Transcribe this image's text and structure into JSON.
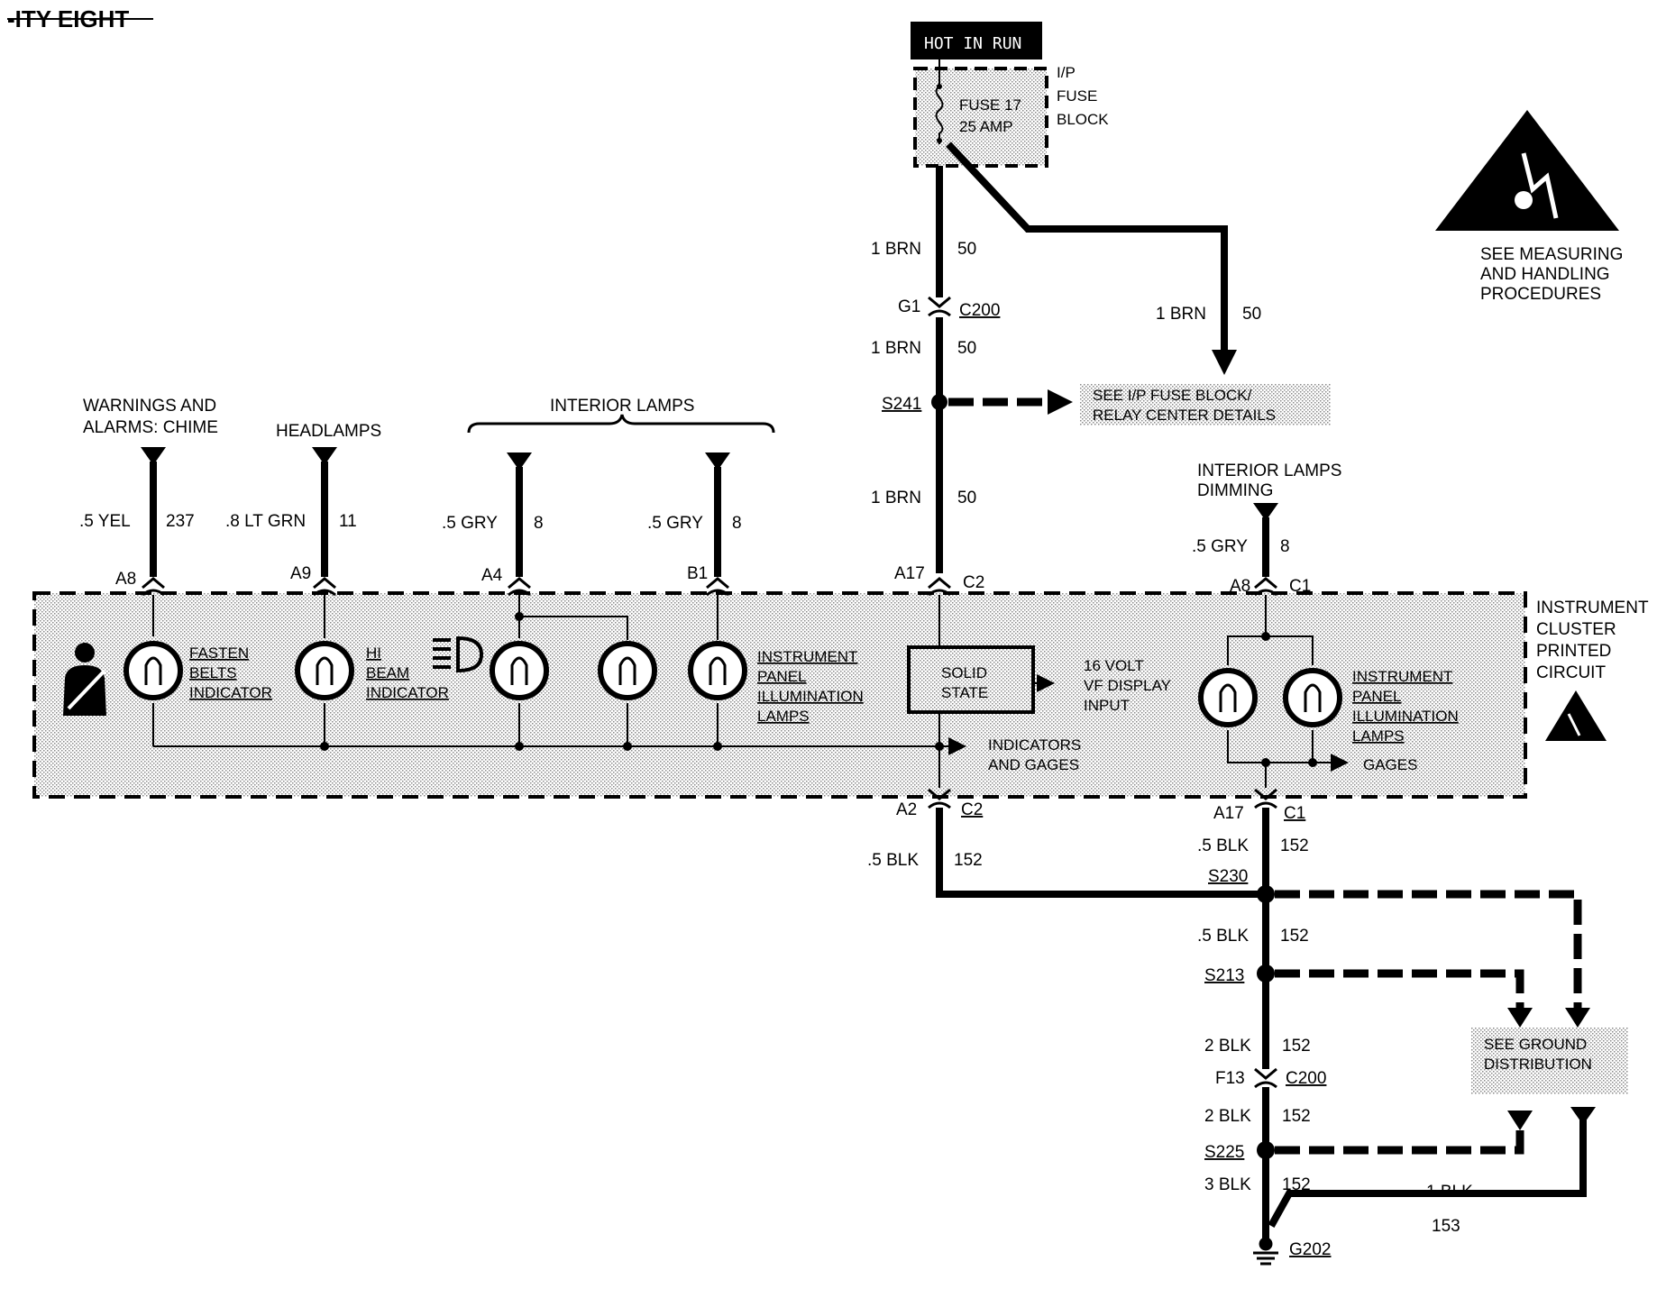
{
  "page_header": "-ITY EIGHT",
  "power": {
    "hot_in_run": "HOT IN RUN",
    "fuse_name": "FUSE 17",
    "fuse_rating": "25 AMP",
    "fuse_block_1": "I/P",
    "fuse_block_2": "FUSE",
    "fuse_block_3": "BLOCK"
  },
  "wires": {
    "brn_size": "1 BRN",
    "brn_circuit": "50",
    "gry_size": ".5 GRY",
    "gry_circuit": "8",
    "yel_size": ".5 YEL",
    "yel_circuit": "237",
    "ltgrn_size": ".8 LT GRN",
    "ltgrn_circuit": "11",
    "blk05_size": ".5 BLK",
    "blk2_size": "2 BLK",
    "blk3_size": "3 BLK",
    "blk_circuit": "152",
    "blk1_size": "1 BLK",
    "blk1_circuit": "153"
  },
  "connectors": {
    "g1": "G1",
    "c200": "C200",
    "f13": "F13",
    "a8": "A8",
    "a9": "A9",
    "a4": "A4",
    "b1": "B1",
    "a17": "A17",
    "a2": "A2",
    "c1": "C1",
    "c2": "C2"
  },
  "splices": {
    "s241": "S241",
    "s230": "S230",
    "s213": "S213",
    "s225": "S225"
  },
  "ground": "G202",
  "refs": {
    "relay_1": "SEE I/P FUSE BLOCK/",
    "relay_2": "RELAY CENTER DETAILS",
    "ground_1": "SEE GROUND",
    "ground_2": "DISTRIBUTION",
    "esd_1": "SEE MEASURING",
    "esd_2": "AND HANDLING",
    "esd_3": "PROCEDURES"
  },
  "inputs": {
    "warnings_1": "WARNINGS  AND",
    "warnings_2": "ALARMS: CHIME",
    "headlamps": "HEADLAMPS",
    "interior_lamps": "INTERIOR LAMPS",
    "dimming_1": "INTERIOR LAMPS",
    "dimming_2": "DIMMING"
  },
  "cluster": {
    "title_1": "INSTRUMENT",
    "title_2": "CLUSTER",
    "title_3": "PRINTED",
    "title_4": "CIRCUIT",
    "fasten_1": "FASTEN",
    "fasten_2": "BELTS",
    "fasten_3": "INDICATOR",
    "hibeam_1": "HI",
    "hibeam_2": "BEAM",
    "hibeam_3": "INDICATOR",
    "ip_illum_1": "INSTRUMENT",
    "ip_illum_2": "PANEL",
    "ip_illum_3": "ILLUMINATION",
    "ip_illum_4": "LAMPS",
    "solid_1": "SOLID",
    "solid_2": "STATE",
    "vf_1": "16 VOLT",
    "vf_2": "VF DISPLAY",
    "vf_3": "INPUT",
    "ind_gages_1": "INDICATORS",
    "ind_gages_2": "AND GAGES",
    "gages": "GAGES"
  }
}
